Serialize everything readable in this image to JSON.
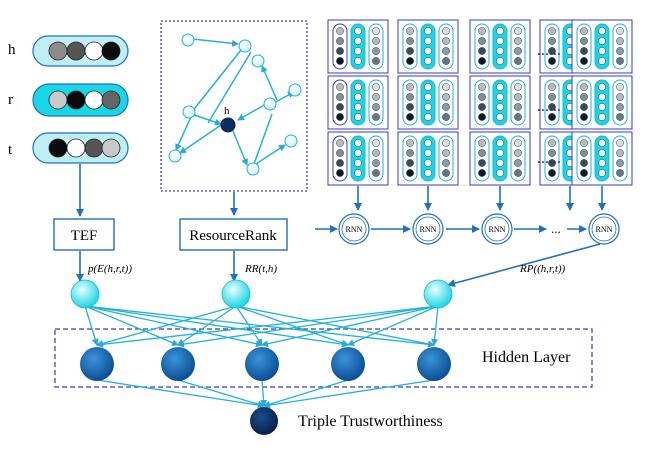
{
  "colors": {
    "teal_light": "#bfeff5",
    "teal": "#18d6e6",
    "arrow": "#1f70c1",
    "line": "#22b2dc",
    "node_light": "#8ee8f0",
    "hidden_node": "#0e63ad",
    "output_node": "#0a2e63",
    "dashed_border": "#3a3ac8"
  },
  "embeddings": {
    "h_label": "h",
    "r_label": "r",
    "t_label": "t"
  },
  "graph": {
    "h_node_label": "h"
  },
  "boxes": {
    "tef": "TEF",
    "resource_rank": "ResourceRank"
  },
  "rnn": {
    "cell_label": "RNN",
    "ellipsis": "..."
  },
  "path_grid": {
    "ellipsis": "......"
  },
  "features": {
    "tef_output": "p(E(h,r,t))",
    "rr_output": "RR(t,h)",
    "rp_output": "RP((h,r,t))"
  },
  "hidden_layer": {
    "label": "Hidden Layer"
  },
  "output": {
    "label": "Triple Trustworthiness"
  }
}
